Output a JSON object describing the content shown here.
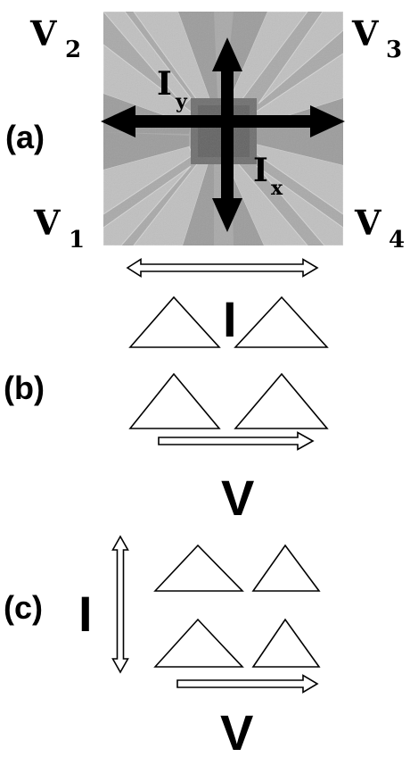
{
  "panel_a": {
    "label": "(a)",
    "contacts": {
      "v2": {
        "main": "V",
        "sub": "2"
      },
      "v3": {
        "main": "V",
        "sub": "3"
      },
      "v1": {
        "main": "V",
        "sub": "1"
      },
      "v4": {
        "main": "V",
        "sub": "4"
      }
    },
    "currents": {
      "iy": {
        "main": "I",
        "sub": "y"
      },
      "ix": {
        "main": "I",
        "sub": "x"
      }
    }
  },
  "panel_b": {
    "label": "(b)",
    "current_label": "I",
    "voltage_label": "V"
  },
  "panel_c": {
    "label": "(c)",
    "current_label": "I",
    "voltage_label": "V"
  },
  "colors": {
    "ink": "#000000",
    "sample_gray": "#a8a8a8",
    "electrode_gray": "#bcbcbc"
  }
}
